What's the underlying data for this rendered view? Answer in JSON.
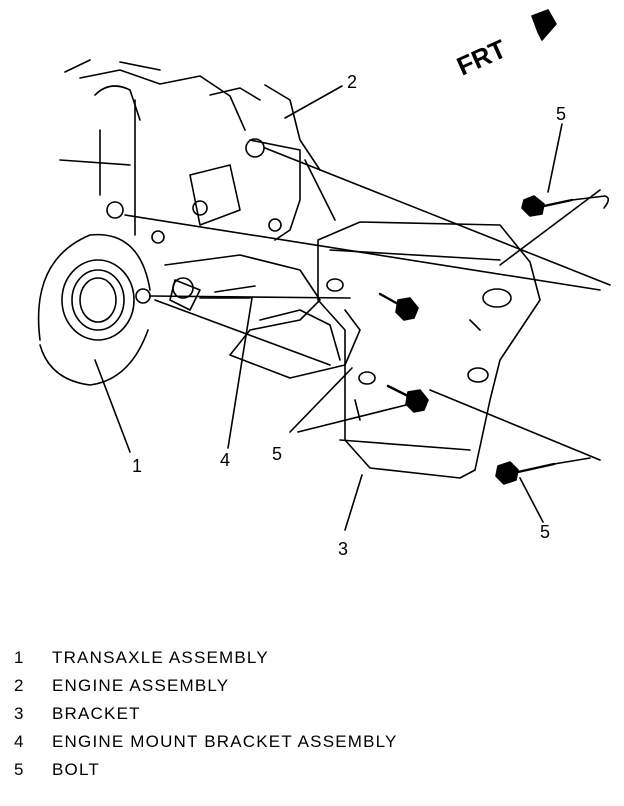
{
  "figure": {
    "frt_label": "FRT",
    "callouts": {
      "transaxle": "1",
      "engine": "2",
      "bracket": "3",
      "mount_bracket": "4",
      "bolts_center": "5",
      "bolt_top_right": "5",
      "bolt_bottom_right": "5"
    }
  },
  "legend": {
    "items": [
      {
        "number": "1",
        "label": "TRANSAXLE ASSEMBLY"
      },
      {
        "number": "2",
        "label": "ENGINE ASSEMBLY"
      },
      {
        "number": "3",
        "label": "BRACKET"
      },
      {
        "number": "4",
        "label": "ENGINE MOUNT BRACKET ASSEMBLY"
      },
      {
        "number": "5",
        "label": "BOLT"
      }
    ]
  }
}
